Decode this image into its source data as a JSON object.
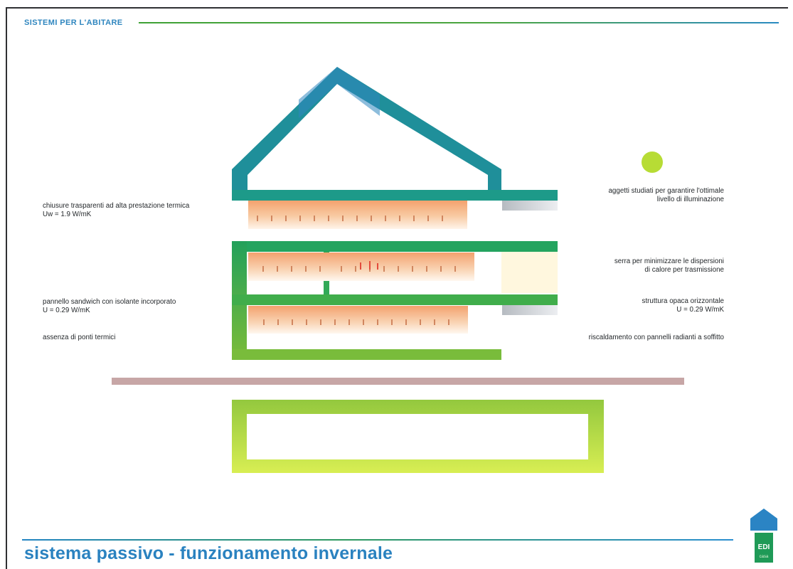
{
  "header": {
    "title": "SISTEMI PER L'ABITARE"
  },
  "footer": {
    "title": "sistema passivo - funzionamento invernale"
  },
  "labels": {
    "left": [
      {
        "line1": "chiusure trasparenti ad alta prestazione termica",
        "line2": "Uw = 1.9 W/mK"
      },
      {
        "line1": "pannello sandwich con isolante incorporato",
        "line2": "U = 0.29 W/mK"
      },
      {
        "line1": "assenza di ponti termici"
      }
    ],
    "right": [
      {
        "line1": "aggetti studiati per garantire l'ottimale",
        "line2": "livello di illuminazione"
      },
      {
        "line1": "serra per minimizzare le dispersioni",
        "line2": "di calore per trasmissione"
      },
      {
        "line1": "struttura opaca orizzontale",
        "line2": "U = 0.29 W/mK"
      },
      {
        "line1": "riscaldamento con pannelli radianti a soffitto"
      }
    ]
  },
  "colors": {
    "blue": "#2f86bf",
    "teal": "#1f8f9a",
    "green_dark": "#3ea135",
    "green_light": "#c9e34d",
    "sun": "#b7dc35",
    "heat_warm": "#f4b17c",
    "heat_soft": "#fde6d2",
    "divider": "#c9a7a7"
  },
  "icons": {
    "sun": "sun-icon",
    "logo": "company-logo-icon"
  }
}
